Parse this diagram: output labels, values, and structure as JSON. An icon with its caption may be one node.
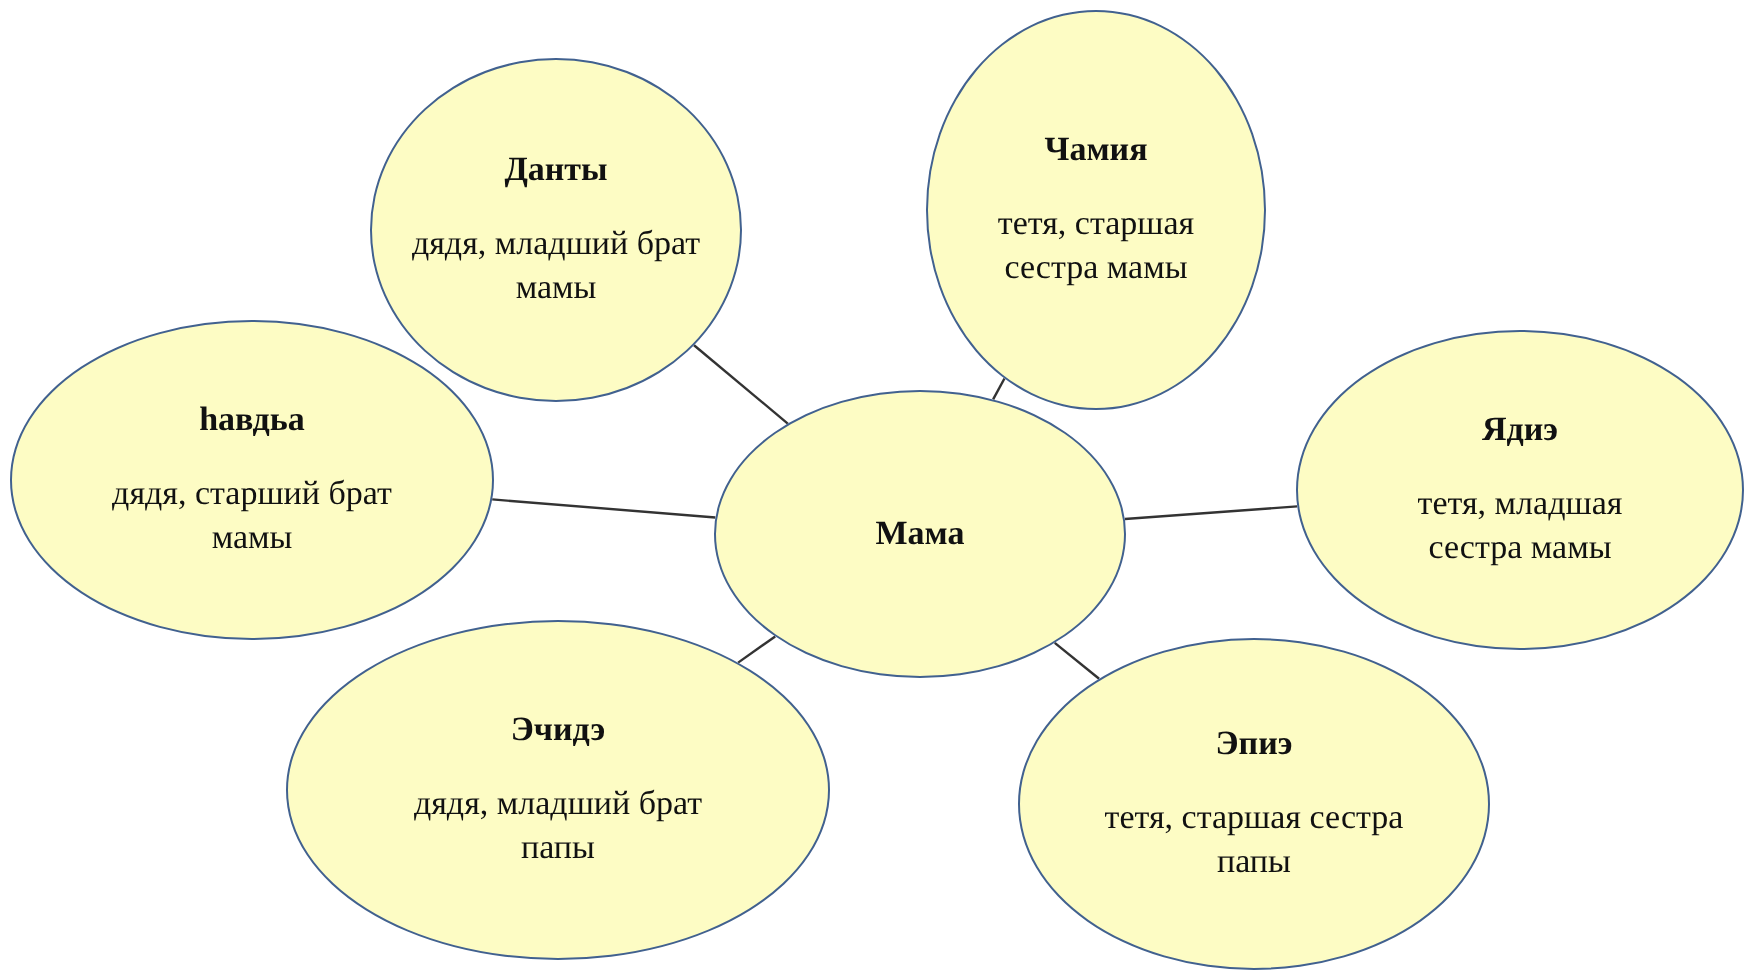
{
  "diagram": {
    "nodes": [
      {
        "text": [
          "Данты",
          "дядя, младший брат мамы"
        ]
      },
      {
        "text": [
          "Чамия",
          "тетя, старшая сестра мамы"
        ]
      },
      {
        "text": [
          "һавдьа",
          "дядя, старший брат мамы"
        ]
      },
      {
        "text": [
          "Мама"
        ]
      },
      {
        "text": [
          "Ядиэ",
          "тетя, младшая сестра мамы"
        ]
      },
      {
        "text": [
          "Эчидэ",
          "дядя, младший брат папы"
        ]
      },
      {
        "text": [
          "Эпиэ",
          "тетя, старшая сестра папы"
        ]
      }
    ],
    "edges": [
      {
        "from": 3,
        "to": 0,
        "arrow": "none"
      },
      {
        "from": 3,
        "to": 1,
        "arrow": "none"
      },
      {
        "from": 3,
        "to": 2,
        "arrow": "none"
      },
      {
        "from": 3,
        "to": 4,
        "arrow": "none"
      },
      {
        "from": 3,
        "to": 5,
        "arrow": "none"
      },
      {
        "from": 3,
        "to": 6,
        "arrow": "none"
      }
    ]
  }
}
